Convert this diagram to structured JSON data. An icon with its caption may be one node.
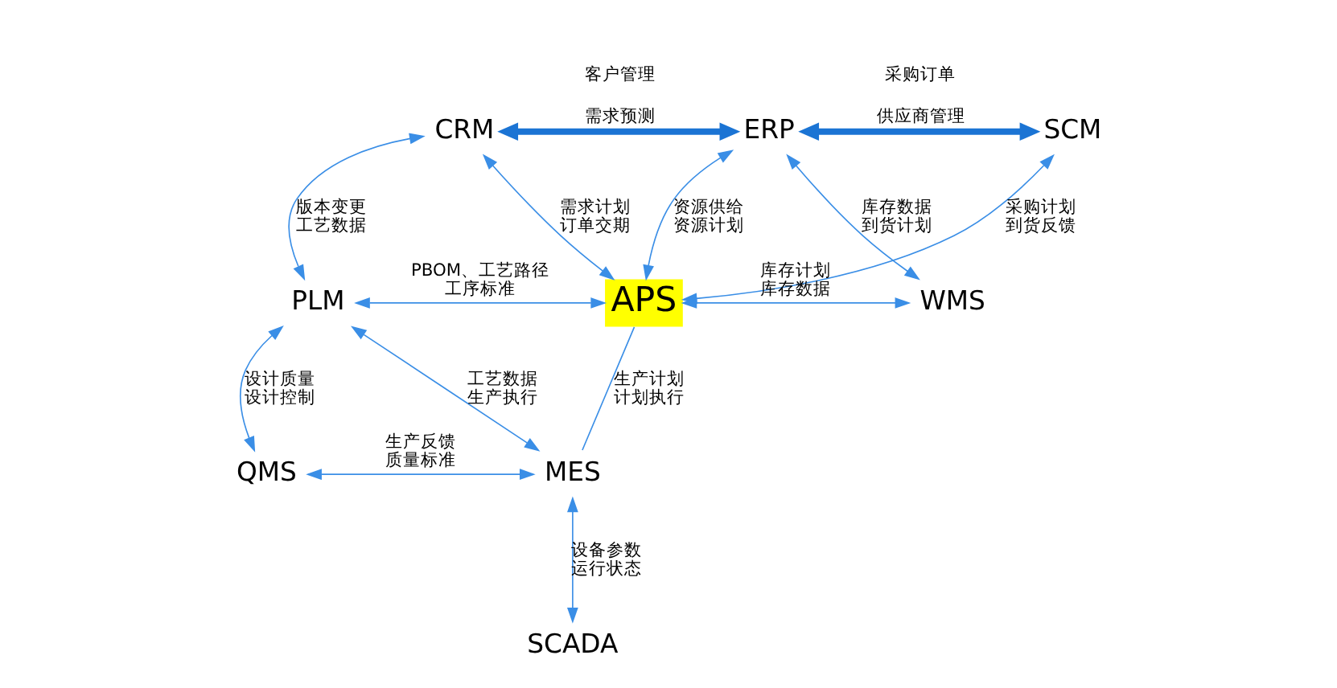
{
  "diagram": {
    "nodes": [
      {
        "text": [
          "CRM"
        ]
      },
      {
        "text": [
          "ERP"
        ]
      },
      {
        "text": [
          "SCM"
        ]
      },
      {
        "text": [
          "PLM"
        ]
      },
      {
        "text": [
          "APS"
        ]
      },
      {
        "text": [
          "WMS"
        ]
      },
      {
        "text": [
          "QMS"
        ]
      },
      {
        "text": [
          "MES"
        ]
      },
      {
        "text": [
          "SCADA"
        ]
      }
    ],
    "edges": [
      {
        "from": 0,
        "to": 1,
        "arrow": "both",
        "style": "thick",
        "color": "#1b74d4",
        "label": [
          "客户管理",
          "需求预测"
        ]
      },
      {
        "from": 1,
        "to": 2,
        "arrow": "both",
        "style": "thick",
        "color": "#1b74d4",
        "label": [
          "采购订单",
          "供应商管理"
        ]
      },
      {
        "from": 0,
        "to": 3,
        "arrow": "both",
        "label": [
          "版本变更",
          "工艺数据"
        ]
      },
      {
        "from": 0,
        "to": 4,
        "arrow": "both",
        "label": [
          "需求计划",
          "订单交期"
        ]
      },
      {
        "from": 1,
        "to": 4,
        "arrow": "both",
        "label": [
          "资源供给",
          "资源计划"
        ]
      },
      {
        "from": 1,
        "to": 5,
        "arrow": "both",
        "label": [
          "库存数据",
          "到货计划"
        ]
      },
      {
        "from": 2,
        "to": 4,
        "arrow": "both",
        "label": [
          "采购计划",
          "到货反馈"
        ]
      },
      {
        "from": 3,
        "to": 4,
        "arrow": "both",
        "label": [
          "PBOM、工艺路径",
          "工序标准"
        ]
      },
      {
        "from": 4,
        "to": 5,
        "arrow": "both",
        "label": [
          "库存计划",
          "库存数据"
        ]
      },
      {
        "from": 3,
        "to": 6,
        "arrow": "both",
        "label": [
          "设计质量",
          "设计控制"
        ]
      },
      {
        "from": 3,
        "to": 7,
        "arrow": "both",
        "label": [
          "工艺数据",
          "生产执行"
        ]
      },
      {
        "from": 4,
        "to": 7,
        "arrow": "none",
        "label": [
          "生产计划",
          "计划执行"
        ]
      },
      {
        "from": 6,
        "to": 7,
        "arrow": "both",
        "label": [
          "生产反馈",
          "质量标准"
        ]
      },
      {
        "from": 7,
        "to": 8,
        "arrow": "both",
        "label": [
          "设备参数",
          "运行状态"
        ]
      }
    ]
  }
}
